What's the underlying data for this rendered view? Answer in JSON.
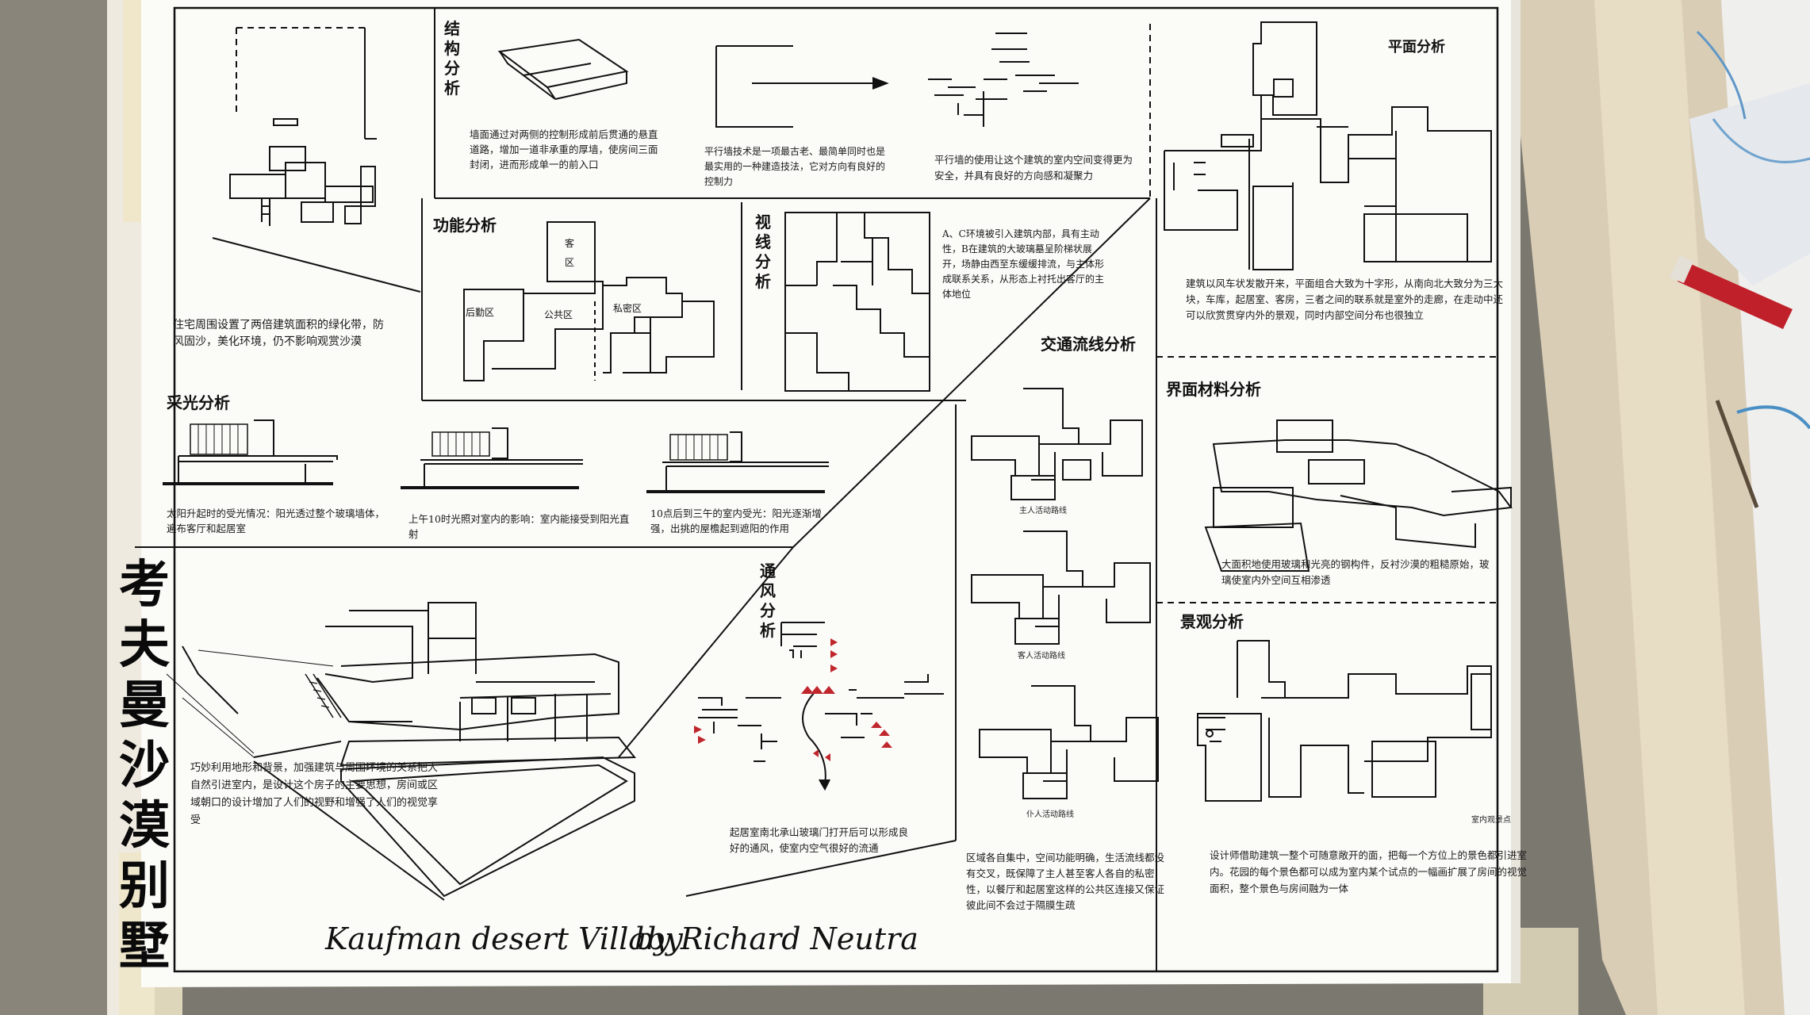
{
  "poster": {
    "title": "考夫曼沙漠别墅",
    "subtitle": "Kaufman desert Villaby",
    "author": "by Richard Neutra"
  },
  "sections": {
    "structure": {
      "heading": "结构分析",
      "text_wall": "墙面通过对两侧的控制形成前后贯通的悬直道路，增加一道非承重的厚墙，使房间三面封闭，进而形成单一的前入口",
      "text_parallel": "平行墙技术是一项最古老、最简单同时也是最实用的一种建造技法，它对方向有良好的控制力",
      "text_parallel_use": "平行墙的使用让这个建筑的室内空间变得更为安全，并具有良好的方向感和凝聚力"
    },
    "site": {
      "text": "住宅周围设置了两倍建筑面积的绿化带，防风固沙，美化环境，仍不影响观赏沙漠"
    },
    "function": {
      "heading": "功能分析",
      "label_guest": "客区",
      "label_service": "后勤区",
      "label_public": "公共区",
      "label_private": "私密区"
    },
    "view": {
      "heading": "视线分析",
      "text": "A、C环境被引入建筑内部，具有主动性，B在建筑的大玻璃墓呈阶梯状展开，场静由西至东缓缓排流，与主体形成联系关系，从形态上衬托出客厅的主体地位"
    },
    "plan": {
      "heading": "平面分析",
      "text": "建筑以风车状发散开来，平面组合大致为十字形，从南向北大致分为三大块，车库，起居室、客房，三者之间的联系就是室外的走廊，在走动中还可以欣赏贯穿内外的景观，同时内部空间分布也很独立"
    },
    "lighting": {
      "heading": "采光分析",
      "text_1": "太阳升起时的受光情况：阳光透过整个玻璃墙体，遍布客厅和起居室",
      "text_2": "上午10时光照对室内的影响：室内能接受到阳光直射",
      "text_3": "10点后到三午的室内受光：阳光逐渐增强，出挑的屋檐起到遮阳的作用"
    },
    "traffic": {
      "heading": "交通流线分析",
      "caption_1": "主人活动路线",
      "caption_2": "客人活动路线",
      "caption_3": "仆人活动路线",
      "text": "区域各自集中，空间功能明确，生活流线都没有交叉，既保障了主人甚至客人各自的私密性，以餐厅和起居室这样的公共区连接又保证彼此间不会过于隔膜生疏"
    },
    "material": {
      "heading": "界面材料分析",
      "text": "大面积地使用玻璃和光亮的钢构件，反衬沙漠的粗糙原始，玻璃使室内外空间互相渗透"
    },
    "ventilation": {
      "heading": "通风分析",
      "text": "起居室南北承山玻璃门打开后可以形成良好的通风，使室内空气很好的流通"
    },
    "perspective": {
      "text": "巧妙利用地形和背景，加强建筑与周围环境的关系把大自然引进室内，是设计这个房子的主要思想，房间或区域朝口的设计增加了人们的视野和增强了人们的视觉享受"
    },
    "landscape": {
      "heading": "景观分析",
      "caption": "室内观景点",
      "text": "设计师借助建筑一整个可随意敞开的面，把每一个方位上的景色都引进室内。花园的每个景色都可以成为室内某个试点的一幅画扩展了房间的视觉面积，整个景色与房间融为一体"
    }
  },
  "colors": {
    "paper": "#fbfbf8",
    "ink": "#111111",
    "wind_markers": "#c0272d",
    "pencil_body": "#c0202a"
  }
}
